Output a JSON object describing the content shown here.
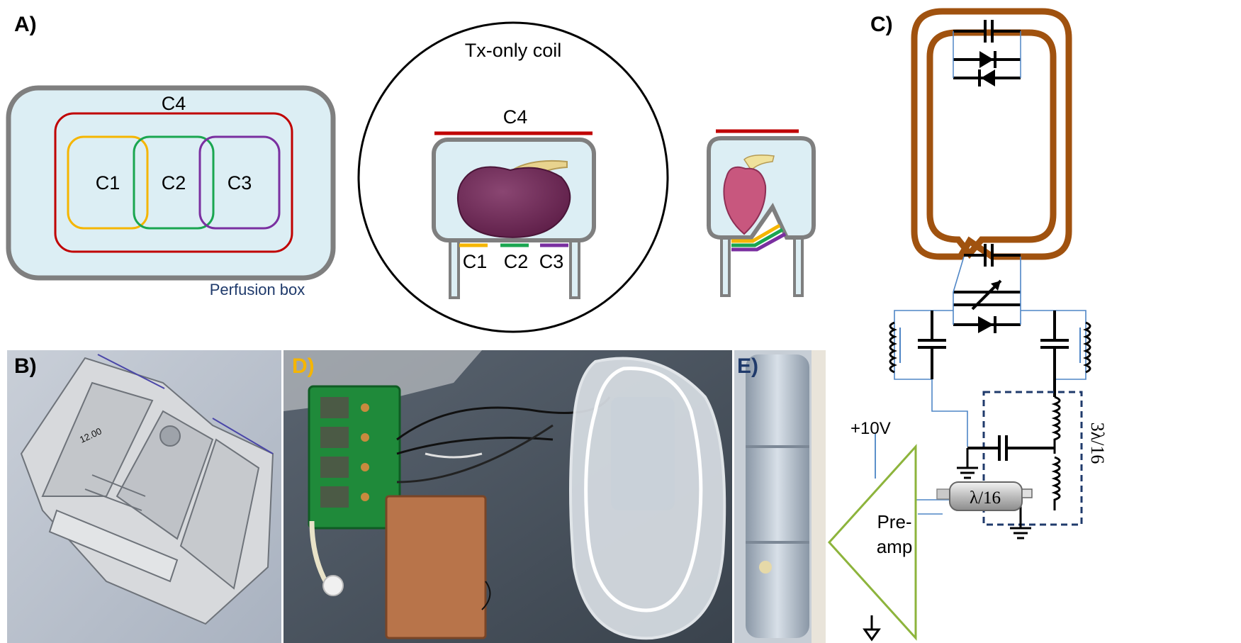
{
  "panels": {
    "a": "A)",
    "b": "B)",
    "c": "C)",
    "d": "D)",
    "e": "E)"
  },
  "panel_a": {
    "box_label": "Perfusion box",
    "coil_c4": "C4",
    "coil_c1": "C1",
    "coil_c2": "C2",
    "coil_c3": "C3",
    "tx_coil": "Tx-only coil",
    "side_c4": "C4",
    "side_c1": "C1",
    "side_c2": "C2",
    "side_c3": "C3"
  },
  "panel_b": {
    "dimension": "12.00"
  },
  "panel_c": {
    "supply": "+10V",
    "preamp_line1": "Pre-",
    "preamp_line2": "amp",
    "cable_short": "λ/16",
    "cable_long": "3λ/16"
  },
  "colors": {
    "c1": "#F5B500",
    "c2": "#1AA650",
    "c3": "#7A2FA0",
    "c4": "#C00000",
    "box_fill": "#DCEEF4",
    "box_stroke": "#7F7F7F",
    "coil_copper": "#A0520F",
    "wire": "#4F86C6",
    "preamp": "#8DB43C",
    "letter_blue": "#1F3A6B",
    "letter_yellow": "#F5B500"
  },
  "icons": [
    "heart-icon",
    "capacitor-icon",
    "diode-icon",
    "inductor-icon",
    "ground-icon",
    "coax-cable-icon"
  ]
}
